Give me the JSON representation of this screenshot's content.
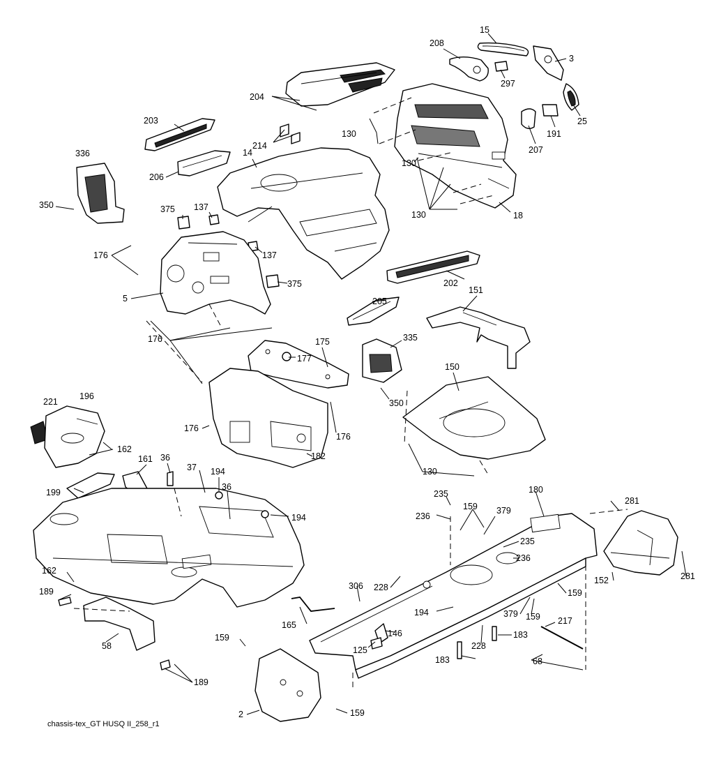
{
  "caption": "chassis-tex_GT HUSQ II_258_r1",
  "callouts": {
    "c15": "15",
    "c208": "208",
    "c3": "3",
    "c297": "297",
    "c25": "25",
    "c191": "191",
    "c207": "207",
    "c204": "204",
    "c203": "203",
    "c214": "214",
    "c14": "14",
    "c130a": "130",
    "c130b": "130",
    "c130c": "130",
    "c18": "18",
    "c336": "336",
    "c206": "206",
    "c350a": "350",
    "c375a": "375",
    "c137a": "137",
    "c137b": "137",
    "c176a": "176",
    "c375b": "375",
    "c5": "5",
    "c202": "202",
    "c205": "205",
    "c151": "151",
    "c176b": "176",
    "c175": "175",
    "c177": "177",
    "c335": "335",
    "c350b": "350",
    "c150": "150",
    "c221": "221",
    "c196": "196",
    "c162a": "162",
    "c176c": "176",
    "c176d": "176",
    "c182": "182",
    "c130d": "130",
    "c161": "161",
    "c36a": "36",
    "c37": "37",
    "c194a": "194",
    "c36b": "36",
    "c199": "199",
    "c194b": "194",
    "c235a": "235",
    "c159a": "159",
    "c379a": "379",
    "c180": "180",
    "c281a": "281",
    "c236a": "236",
    "c235b": "235",
    "c236b": "236",
    "c162b": "162",
    "c306": "306",
    "c228a": "228",
    "c159b": "159",
    "c152": "152",
    "c281b": "281",
    "c189a": "189",
    "c194c": "194",
    "c379b": "379",
    "c159c": "159",
    "c165": "165",
    "c217": "217",
    "c146": "146",
    "c58": "58",
    "c125": "125",
    "c228b": "228",
    "c183a": "183",
    "c159d": "159",
    "c183b": "183",
    "c68": "68",
    "c189b": "189",
    "c2": "2",
    "c159e": "159"
  }
}
